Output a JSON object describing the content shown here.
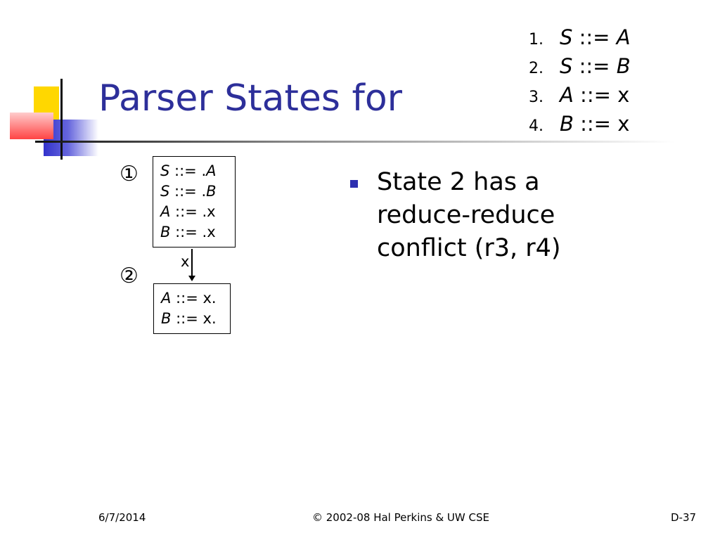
{
  "slide": {
    "title": "Parser States for",
    "grammar": [
      {
        "num": "1.",
        "lhs": "S",
        "op": " ::= ",
        "rhs": "A",
        "rhs_italic": true
      },
      {
        "num": "2.",
        "lhs": "S",
        "op": " ::= ",
        "rhs": "B",
        "rhs_italic": true
      },
      {
        "num": "3.",
        "lhs": "A",
        "op": " ::= ",
        "rhs": "x",
        "rhs_italic": false
      },
      {
        "num": "4.",
        "lhs": "B",
        "op": " ::= ",
        "rhs": "x",
        "rhs_italic": false
      }
    ],
    "states": [
      {
        "label": "①",
        "items": [
          {
            "lhs": "S",
            "op": " ::= .",
            "rhs": "A",
            "rhs_italic": true
          },
          {
            "lhs": "S",
            "op": " ::= .",
            "rhs": "B",
            "rhs_italic": true
          },
          {
            "lhs": "A",
            "op": " ::= .x",
            "rhs": "",
            "rhs_italic": false
          },
          {
            "lhs": "B",
            "op": " ::= .x",
            "rhs": "",
            "rhs_italic": false
          }
        ]
      },
      {
        "label": "②",
        "items": [
          {
            "lhs": "A",
            "op": " ::= x.",
            "rhs": "",
            "rhs_italic": false
          },
          {
            "lhs": "B",
            "op": " ::= x.",
            "rhs": "",
            "rhs_italic": false
          }
        ]
      }
    ],
    "transition_label": "x",
    "bullets": [
      "State 2 has a reduce-reduce conflict (r3, r4)"
    ],
    "footer": {
      "date": "6/7/2014",
      "copyright": "© 2002-08 Hal Perkins & UW CSE",
      "page": "D-37"
    },
    "colors": {
      "title": "#2d2f9a",
      "bullet": "#2d2fb0",
      "deco_yellow": "#ffd700",
      "deco_blue": "#3333cc",
      "deco_red": "#ff3333"
    }
  }
}
